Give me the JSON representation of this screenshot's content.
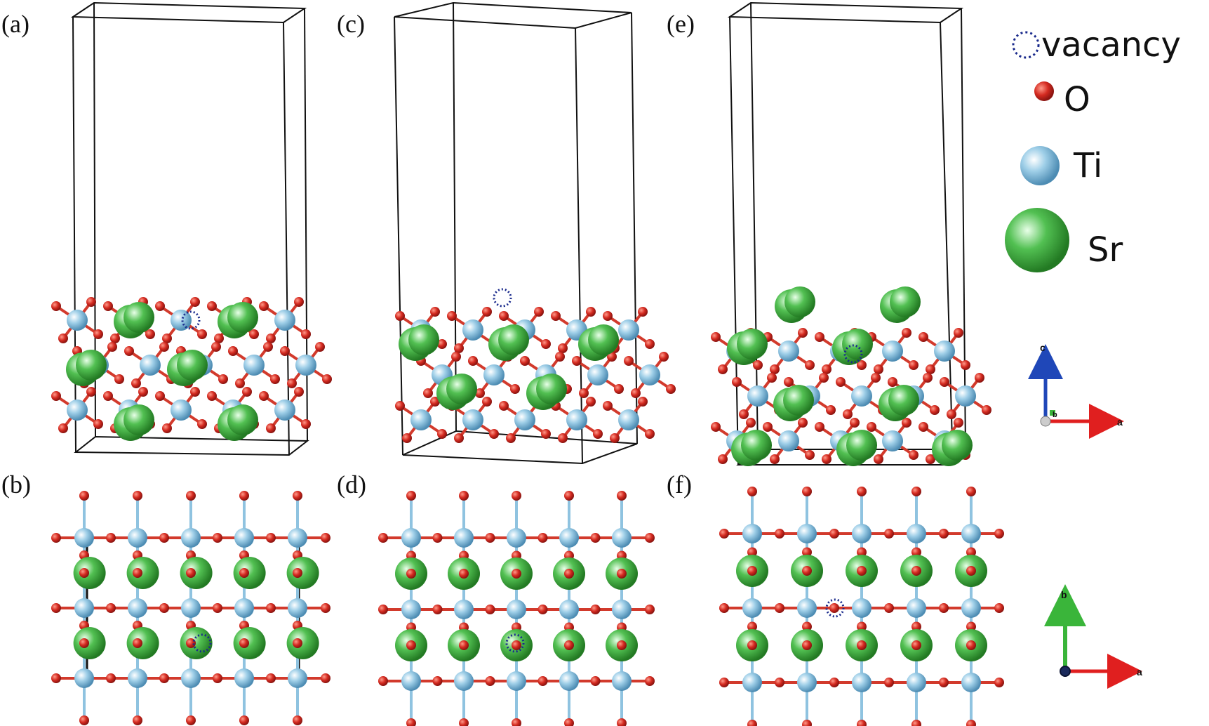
{
  "panels": [
    {
      "label": "(a)"
    },
    {
      "label": "(b)"
    },
    {
      "label": "(c)"
    },
    {
      "label": "(d)"
    },
    {
      "label": "(e)"
    },
    {
      "label": "(f)"
    }
  ],
  "legend": {
    "items": [
      {
        "label": "vacancy",
        "marker": "dotted-circle",
        "color": "#1a2a8c"
      },
      {
        "label": "O",
        "marker": "red-sphere",
        "color": "#d42a20"
      },
      {
        "label": "Ti",
        "marker": "blue-sphere",
        "color": "#8fc3e0"
      },
      {
        "label": "Sr",
        "marker": "green-sphere",
        "color": "#3fb13f"
      }
    ]
  },
  "axes_side": {
    "vertical": "c",
    "horizontal": "a",
    "out_of_plane": "b"
  },
  "axes_top": {
    "vertical": "b",
    "horizontal": "a"
  },
  "colors": {
    "oxygen": "#d42a20",
    "titanium": "#8fc3e0",
    "strontium": "#3fb13f",
    "vacancy": "#1a2a8c",
    "axis_c": "#1f47b8",
    "axis_a": "#e01f1f",
    "axis_b": "#3ab53a"
  }
}
